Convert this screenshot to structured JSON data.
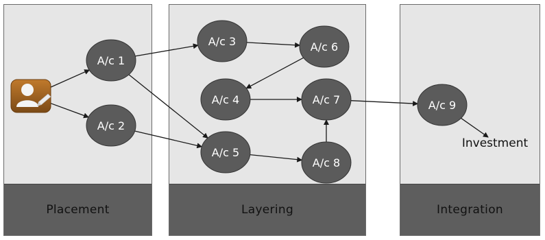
{
  "stages": [
    {
      "id": "placement",
      "label": "Placement"
    },
    {
      "id": "layering",
      "label": "Layering"
    },
    {
      "id": "integration",
      "label": "Integration"
    }
  ],
  "accounts": [
    {
      "id": "ac1",
      "label": "A/c 1"
    },
    {
      "id": "ac2",
      "label": "A/c 2"
    },
    {
      "id": "ac3",
      "label": "A/c 3"
    },
    {
      "id": "ac4",
      "label": "A/c 4"
    },
    {
      "id": "ac5",
      "label": "A/c 5"
    },
    {
      "id": "ac6",
      "label": "A/c 6"
    },
    {
      "id": "ac7",
      "label": "A/c 7"
    },
    {
      "id": "ac8",
      "label": "A/c 8"
    },
    {
      "id": "ac9",
      "label": "A/c 9"
    }
  ],
  "outcome": {
    "label": "Investment"
  },
  "edges": [
    [
      "person",
      "ac1"
    ],
    [
      "person",
      "ac2"
    ],
    [
      "ac1",
      "ac3"
    ],
    [
      "ac1",
      "ac5"
    ],
    [
      "ac2",
      "ac5"
    ],
    [
      "ac3",
      "ac6"
    ],
    [
      "ac6",
      "ac4"
    ],
    [
      "ac4",
      "ac7"
    ],
    [
      "ac5",
      "ac8"
    ],
    [
      "ac8",
      "ac7"
    ],
    [
      "ac7",
      "ac9"
    ],
    [
      "ac9",
      "investment"
    ]
  ],
  "colors": {
    "panel_bg": "#e6e6e6",
    "footer_bg": "#5e5e5e",
    "node_fill": "#5b5b5b",
    "node_text": "#ffffff",
    "arrow": "#1a1a1a",
    "icon_bg": "#a0651f"
  }
}
